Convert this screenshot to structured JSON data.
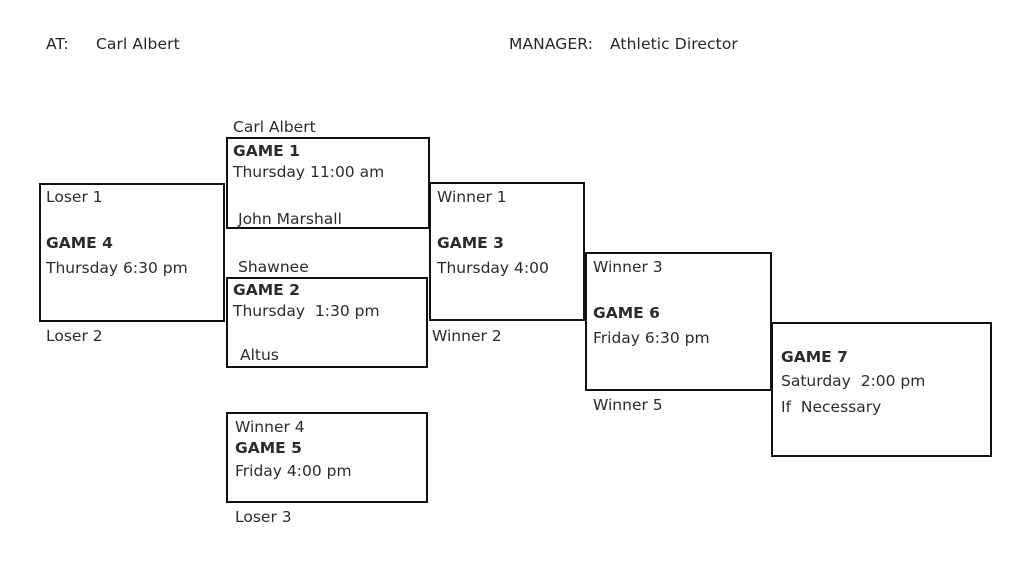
{
  "header": {
    "at_label": "AT:",
    "at_value": "Carl Albert",
    "manager_label": "MANAGER:",
    "manager_value": "Athletic Director"
  },
  "bracket": {
    "type": "double-elimination-7-game",
    "games": [
      {
        "id": "game1",
        "title": "GAME 1",
        "schedule": "Thursday 11:00 am",
        "note": "",
        "top_slot": "Carl Albert",
        "bottom_slot": "John Marshall"
      },
      {
        "id": "game2",
        "title": "GAME 2",
        "schedule": "Thursday  1:30 pm",
        "note": "",
        "top_slot": "Shawnee",
        "bottom_slot": "Altus"
      },
      {
        "id": "game3",
        "title": "GAME 3",
        "schedule": "Thursday 4:00",
        "note": "",
        "top_slot": "Winner 1",
        "bottom_slot": "Winner 2"
      },
      {
        "id": "game4",
        "title": "GAME 4",
        "schedule": "Thursday 6:30 pm",
        "note": "",
        "top_slot": "Loser 1",
        "bottom_slot": "Loser 2"
      },
      {
        "id": "game5",
        "title": "GAME 5",
        "schedule": "Friday 4:00 pm",
        "note": "",
        "top_slot": "Winner 4",
        "bottom_slot": "Loser 3"
      },
      {
        "id": "game6",
        "title": "GAME 6",
        "schedule": "Friday 6:30 pm",
        "note": "",
        "top_slot": "Winner 3",
        "bottom_slot": "Winner 5"
      },
      {
        "id": "game7",
        "title": "GAME 7",
        "schedule": "Saturday  2:00 pm",
        "note": "If  Necessary",
        "top_slot": "",
        "bottom_slot": ""
      }
    ]
  },
  "colors": {
    "background": "#ffffff",
    "line": "#111111",
    "text": "#2b2b2b"
  }
}
